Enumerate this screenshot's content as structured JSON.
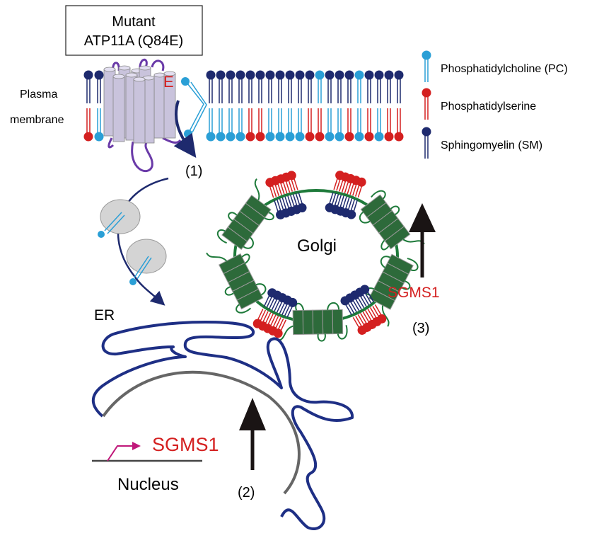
{
  "protein_box": {
    "line1": "Mutant",
    "line2": "ATP11A (Q84E)"
  },
  "mutation_letter": "E",
  "labels": {
    "plasma_line1": "Plasma",
    "plasma_line2": "membrane",
    "step1": "(1)",
    "step2": "(2)",
    "step3": "(3)",
    "golgi": "Golgi",
    "er": "ER",
    "nucleus": "Nucleus",
    "sgms1_gene": "SGMS1",
    "sgms1_golgi": "SGMS1"
  },
  "legend": [
    {
      "label": "Phosphatidylcholine (PC)",
      "color": "#2a9fd6"
    },
    {
      "label": "Phosphatidylserine",
      "color": "#d42020"
    },
    {
      "label": "Sphingomyelin (SM)",
      "color": "#1e2a6e"
    }
  ],
  "colors": {
    "pc": "#2a9fd6",
    "ps": "#d42020",
    "sm": "#1e2a6e",
    "er": "#1e2f85",
    "nucleus": "#666666",
    "golgi": "#1e7a3a",
    "protein_block": "#2d6a3a",
    "sgms1": "#d42020",
    "promoter": "#c0187a",
    "atp11a": "#c9c3dc",
    "loop": "#6a3aa8"
  }
}
